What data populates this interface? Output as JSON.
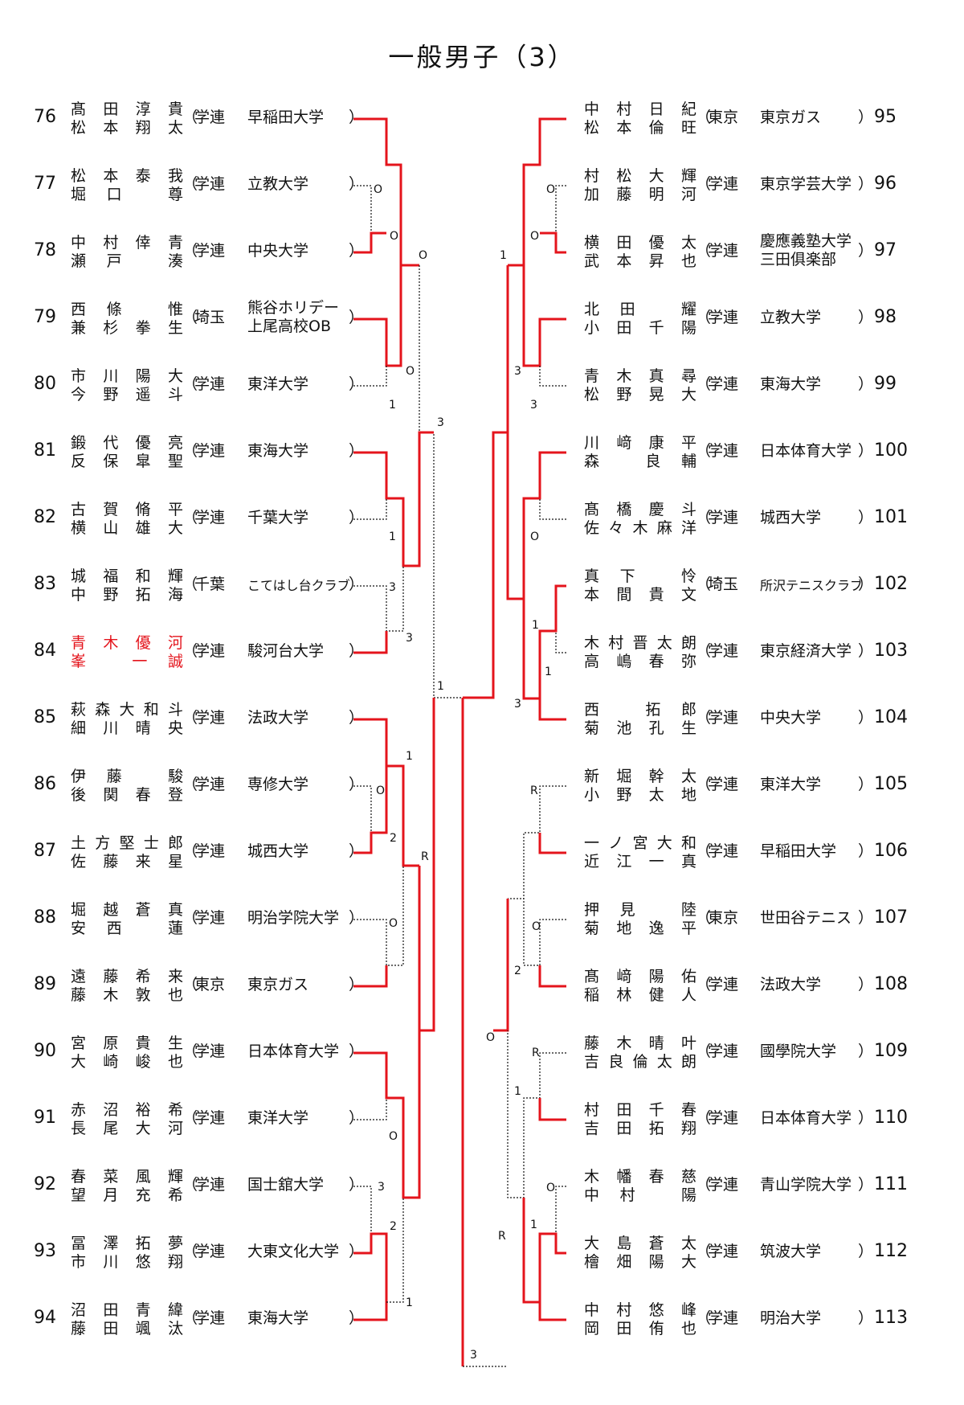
{
  "title": "一般男子（3）",
  "colors": {
    "winner_line": "#e4141c",
    "draw_line": "#111111"
  },
  "left_pairs": [
    {
      "number": "76",
      "player1": "髙田淳貴",
      "player2": "松本翔太",
      "region": "学連",
      "team": [
        "早稲田大学"
      ]
    },
    {
      "number": "77",
      "player1": "松本泰我",
      "player2": "堀口 尊",
      "region": "学連",
      "team": [
        "立教大学"
      ]
    },
    {
      "number": "78",
      "player1": "中村倖青",
      "player2": "瀬戸 湊",
      "region": "学連",
      "team": [
        "中央大学"
      ]
    },
    {
      "number": "79",
      "player1": "西條 惟",
      "player2": "兼杉拳生",
      "region": "埼玉",
      "team": [
        "熊谷ホリデー",
        "上尾高校OB"
      ]
    },
    {
      "number": "80",
      "player1": "市川陽大",
      "player2": "今野遥斗",
      "region": "学連",
      "team": [
        "東洋大学"
      ]
    },
    {
      "number": "81",
      "player1": "鍛代優亮",
      "player2": "反保皐聖",
      "region": "学連",
      "team": [
        "東海大学"
      ]
    },
    {
      "number": "82",
      "player1": "古賀脩平",
      "player2": "横山雄大",
      "region": "学連",
      "team": [
        "千葉大学"
      ]
    },
    {
      "number": "83",
      "player1": "城福和輝",
      "player2": "中野拓海",
      "region": "千葉",
      "team": [
        "こてはし台クラブ"
      ]
    },
    {
      "number": "84",
      "player1": "青木優河",
      "player2": "峯 一誠",
      "region": "学連",
      "team": [
        "駿河台大学"
      ],
      "highlight": true
    },
    {
      "number": "85",
      "player1": "萩森大和斗",
      "player2": "細川晴央",
      "region": "学連",
      "team": [
        "法政大学"
      ]
    },
    {
      "number": "86",
      "player1": "伊藤 駿",
      "player2": "後関春登",
      "region": "学連",
      "team": [
        "専修大学"
      ]
    },
    {
      "number": "87",
      "player1": "土方堅士郎",
      "player2": "佐藤来星",
      "region": "学連",
      "team": [
        "城西大学"
      ]
    },
    {
      "number": "88",
      "player1": "堀越蒼真",
      "player2": "安西 蓮",
      "region": "学連",
      "team": [
        "明治学院大学"
      ]
    },
    {
      "number": "89",
      "player1": "遠藤希来",
      "player2": "藤木敦也",
      "region": "東京",
      "team": [
        "東京ガス"
      ]
    },
    {
      "number": "90",
      "player1": "宮原貴生",
      "player2": "大崎峻也",
      "region": "学連",
      "team": [
        "日本体育大学"
      ]
    },
    {
      "number": "91",
      "player1": "赤沼裕希",
      "player2": "長尾大河",
      "region": "学連",
      "team": [
        "東洋大学"
      ]
    },
    {
      "number": "92",
      "player1": "春菜風輝",
      "player2": "望月充希",
      "region": "学連",
      "team": [
        "国士舘大学"
      ]
    },
    {
      "number": "93",
      "player1": "冨澤拓夢",
      "player2": "市川悠翔",
      "region": "学連",
      "team": [
        "大東文化大学"
      ]
    },
    {
      "number": "94",
      "player1": "沼田青緯",
      "player2": "藤田颯汰",
      "region": "学連",
      "team": [
        "東海大学"
      ]
    }
  ],
  "right_pairs": [
    {
      "number": "95",
      "player1": "中村日紀",
      "player2": "松本倫旺",
      "region": "東京",
      "team": [
        "東京ガス"
      ]
    },
    {
      "number": "96",
      "player1": "村松大輝",
      "player2": "加藤明河",
      "region": "学連",
      "team": [
        "東京学芸大学"
      ]
    },
    {
      "number": "97",
      "player1": "横田優太",
      "player2": "武本昇也",
      "region": "学連",
      "team": [
        "慶應義塾大学",
        "三田俱楽部"
      ]
    },
    {
      "number": "98",
      "player1": "北田 耀",
      "player2": "小田千陽",
      "region": "学連",
      "team": [
        "立教大学"
      ]
    },
    {
      "number": "99",
      "player1": "青木真尋",
      "player2": "松野晃大",
      "region": "学連",
      "team": [
        "東海大学"
      ]
    },
    {
      "number": "100",
      "player1": "川﨑康平",
      "player2": "森 良輔",
      "region": "学連",
      "team": [
        "日本体育大学"
      ]
    },
    {
      "number": "101",
      "player1": "髙橋慶斗",
      "player2": "佐々木麻洋",
      "region": "学連",
      "team": [
        "城西大学"
      ]
    },
    {
      "number": "102",
      "player1": "真下 怜",
      "player2": "本間貴文",
      "region": "埼玉",
      "team": [
        "所沢テニスクラブ"
      ]
    },
    {
      "number": "103",
      "player1": "木村晋太朗",
      "player2": "高嶋春弥",
      "region": "学連",
      "team": [
        "東京経済大学"
      ]
    },
    {
      "number": "104",
      "player1": "西 拓郎",
      "player2": "菊池孔生",
      "region": "学連",
      "team": [
        "中央大学"
      ]
    },
    {
      "number": "105",
      "player1": "新堀幹太",
      "player2": "小野太地",
      "region": "学連",
      "team": [
        "東洋大学"
      ]
    },
    {
      "number": "106",
      "player1": "一ノ宮大和",
      "player2": "近江一真",
      "region": "学連",
      "team": [
        "早稲田大学"
      ]
    },
    {
      "number": "107",
      "player1": "押見 陸",
      "player2": "菊地逸平",
      "region": "東京",
      "team": [
        "世田谷テニス"
      ]
    },
    {
      "number": "108",
      "player1": "髙﨑陽佑",
      "player2": "稲林健人",
      "region": "学連",
      "team": [
        "法政大学"
      ]
    },
    {
      "number": "109",
      "player1": "藤木晴叶",
      "player2": "吉良倫太朗",
      "region": "学連",
      "team": [
        "國學院大学"
      ]
    },
    {
      "number": "110",
      "player1": "村田千春",
      "player2": "吉田拓翔",
      "region": "学連",
      "team": [
        "日本体育大学"
      ]
    },
    {
      "number": "111",
      "player1": "木幡春慈",
      "player2": "中村 陽",
      "region": "学連",
      "team": [
        "青山学院大学"
      ]
    },
    {
      "number": "112",
      "player1": "大島蒼太",
      "player2": "檜畑陽大",
      "region": "学連",
      "team": [
        "筑波大学"
      ]
    },
    {
      "number": "113",
      "player1": "中村悠峰",
      "player2": "岡田侑也",
      "region": "学連",
      "team": [
        "明治大学"
      ]
    }
  ],
  "score_labels": [
    {
      "side": "left",
      "slot": 1,
      "text": "O"
    },
    {
      "side": "left",
      "slot": 2,
      "text": "O"
    },
    {
      "side": "left",
      "slot": 3,
      "text": "O"
    },
    {
      "side": "left",
      "slot": 4,
      "text": "O"
    },
    {
      "side": "left",
      "slot": 5,
      "text": "1"
    },
    {
      "side": "left",
      "slot": 6,
      "text": "3"
    },
    {
      "side": "left",
      "slot": 7,
      "text": "1"
    },
    {
      "side": "left",
      "slot": 8,
      "text": "3"
    },
    {
      "side": "left",
      "slot": 9,
      "text": "3"
    },
    {
      "side": "left",
      "slot": 10,
      "text": "1"
    },
    {
      "side": "left",
      "slot": 11,
      "text": "1"
    },
    {
      "side": "left",
      "slot": 12,
      "text": "O"
    },
    {
      "side": "left",
      "slot": 13,
      "text": "2"
    },
    {
      "side": "left",
      "slot": 14,
      "text": "R"
    },
    {
      "side": "left",
      "slot": 15,
      "text": "O"
    },
    {
      "side": "left",
      "slot": 16,
      "text": "O"
    },
    {
      "side": "left",
      "slot": 17,
      "text": "3"
    },
    {
      "side": "left",
      "slot": 18,
      "text": "2"
    },
    {
      "side": "left",
      "slot": 19,
      "text": "1"
    },
    {
      "side": "right",
      "slot": 1,
      "text": "O"
    },
    {
      "side": "right",
      "slot": 2,
      "text": "O"
    },
    {
      "side": "right",
      "slot": 3,
      "text": "1"
    },
    {
      "side": "right",
      "slot": 4,
      "text": "3"
    },
    {
      "side": "right",
      "slot": 5,
      "text": "3"
    },
    {
      "side": "right",
      "slot": 6,
      "text": "O"
    },
    {
      "side": "right",
      "slot": 7,
      "text": "1"
    },
    {
      "side": "right",
      "slot": 8,
      "text": "1"
    },
    {
      "side": "right",
      "slot": 9,
      "text": "3"
    },
    {
      "side": "right",
      "slot": 10,
      "text": "R"
    },
    {
      "side": "right",
      "slot": 11,
      "text": "O"
    },
    {
      "side": "right",
      "slot": 12,
      "text": "2"
    },
    {
      "side": "right",
      "slot": 13,
      "text": "O"
    },
    {
      "side": "right",
      "slot": 14,
      "text": "R"
    },
    {
      "side": "right",
      "slot": 15,
      "text": "1"
    },
    {
      "side": "right",
      "slot": 16,
      "text": "O"
    },
    {
      "side": "right",
      "slot": 17,
      "text": "R"
    },
    {
      "side": "right",
      "slot": 18,
      "text": "1"
    },
    {
      "side": "center",
      "slot": 1,
      "text": "3"
    }
  ]
}
